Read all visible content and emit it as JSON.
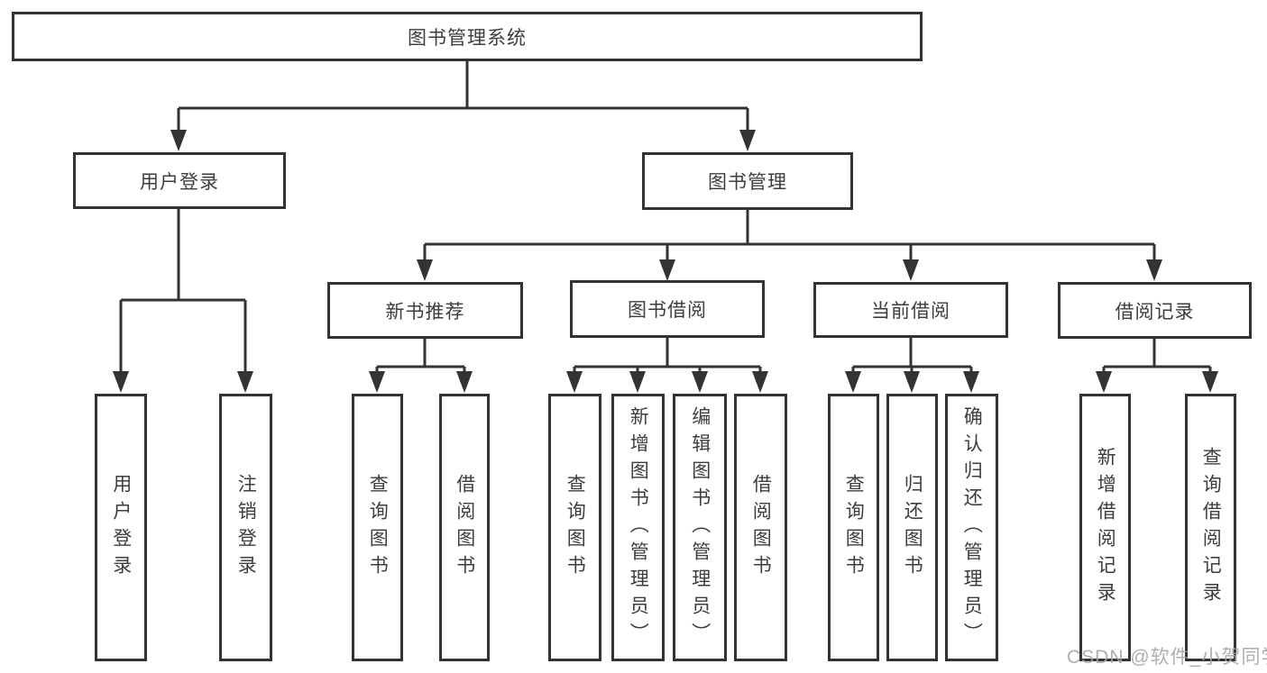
{
  "diagram": {
    "root": {
      "label": "图书管理系统"
    },
    "branches": {
      "user_login": {
        "label": "用户登录",
        "children": [
          "用户登录",
          "注销登录"
        ]
      },
      "book_mgmt": {
        "label": "图书管理"
      }
    },
    "modules": {
      "new_books": {
        "label": "新书推荐",
        "children": [
          "查询图书",
          "借阅图书"
        ]
      },
      "borrowing": {
        "label": "图书借阅",
        "children": [
          "查询图书",
          "新增图书（管理员）",
          "编辑图书（管理员）",
          "借阅图书"
        ]
      },
      "current": {
        "label": "当前借阅",
        "children": [
          "查询图书",
          "归还图书",
          "确认归还（管理员）"
        ]
      },
      "records": {
        "label": "借阅记录",
        "children": [
          "新增借阅记录",
          "查询借阅记录"
        ]
      }
    },
    "watermark": "CSDN @软件_小贺同学",
    "colors": {
      "line": "#333333",
      "text": "#3d3d3d",
      "watermark": "#a6a6a6",
      "background": "#ffffff"
    }
  }
}
